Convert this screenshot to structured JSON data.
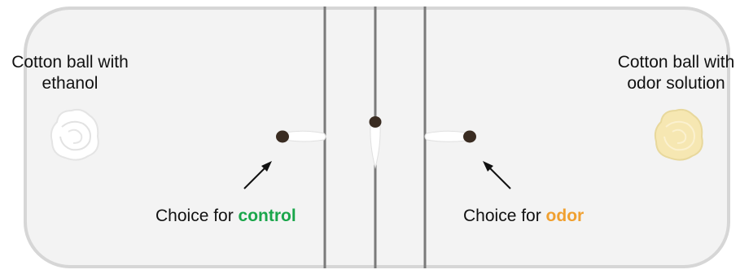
{
  "labels": {
    "left_cotton_line1": "Cotton ball with",
    "left_cotton_line2": "ethanol",
    "right_cotton_line1": "Cotton ball with",
    "right_cotton_line2": "odor solution",
    "choice_prefix": "Choice for ",
    "control_word": "control",
    "odor_word": "odor"
  },
  "colors": {
    "arena_fill": "#f3f3f3",
    "arena_stroke": "#d6d6d6",
    "divider": "#7a7a7a",
    "control_accent": "#1aa64b",
    "odor_accent": "#f0a030",
    "larva_head": "#3a2c22",
    "odor_cotton": "#f6e7b2"
  },
  "icons": {
    "left_cotton": "cotton-ball-icon",
    "right_cotton": "cotton-ball-icon",
    "larva": "larva-icon",
    "arrow": "arrow-icon"
  }
}
